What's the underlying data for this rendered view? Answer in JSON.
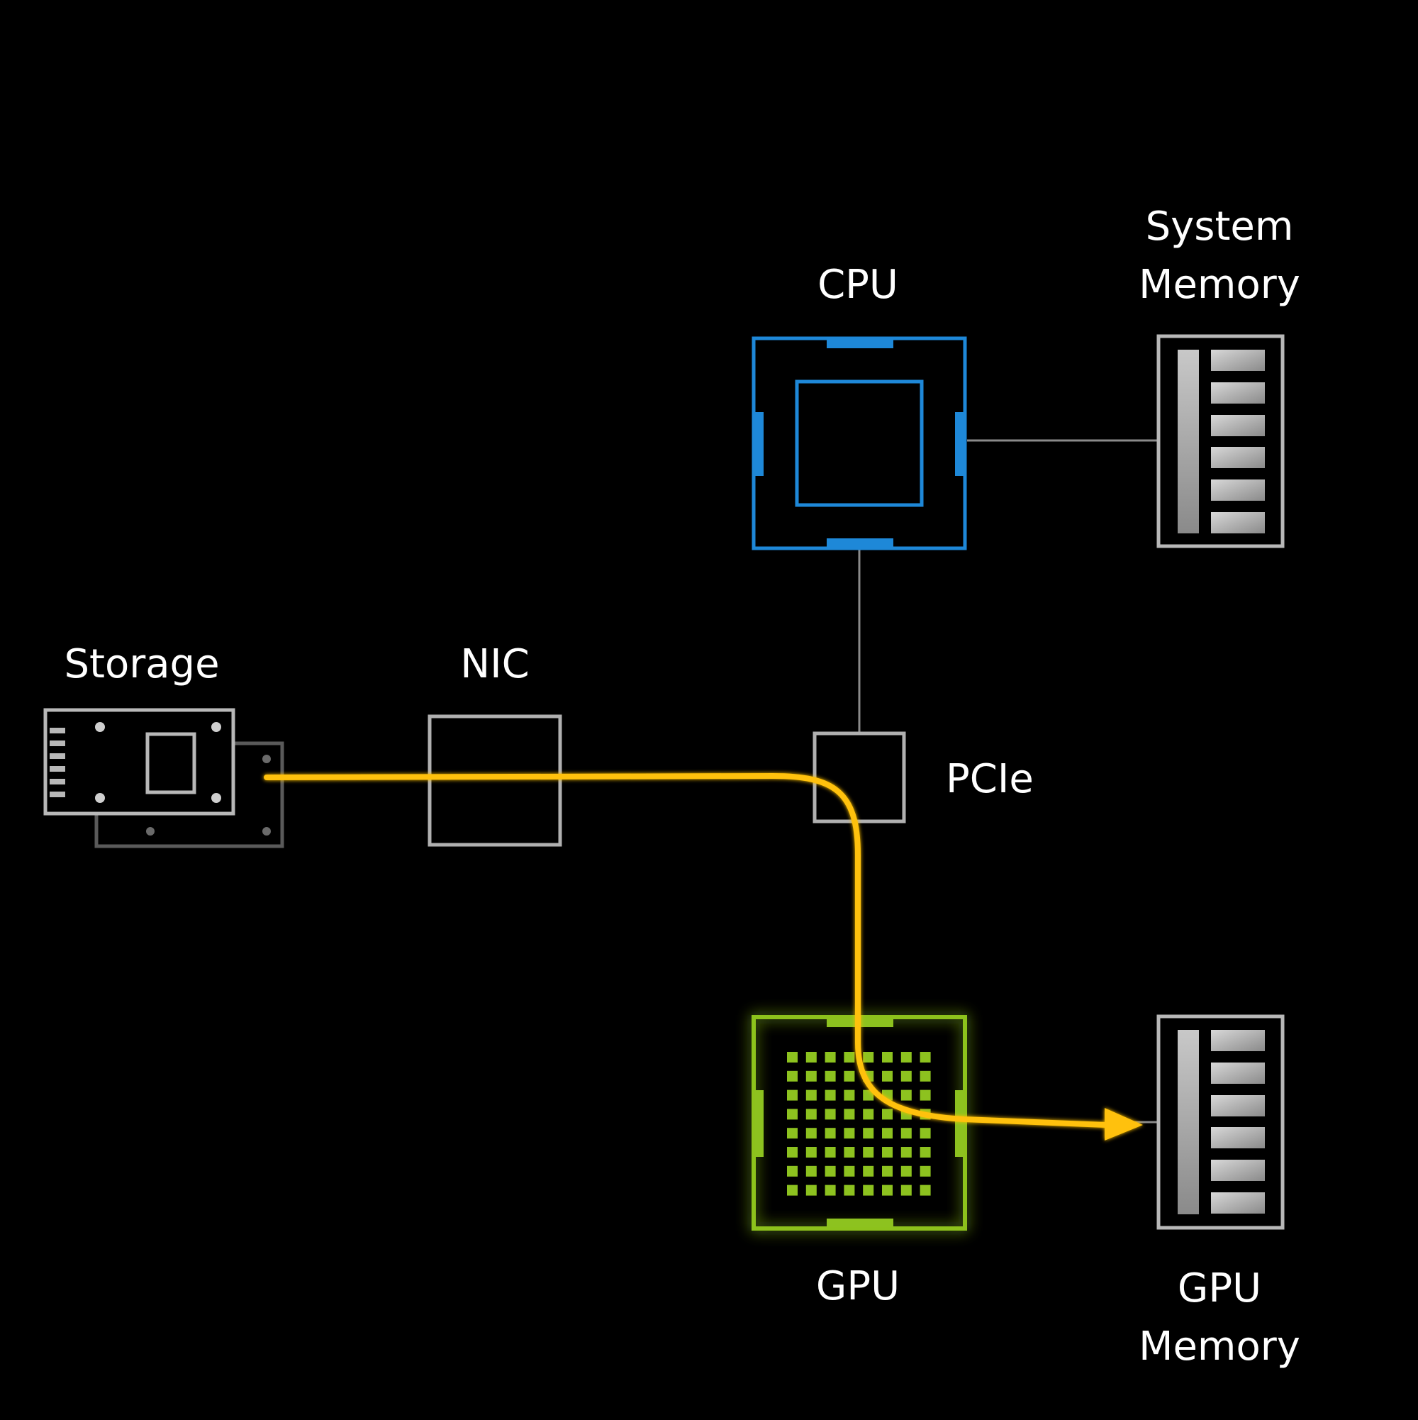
{
  "labels": {
    "storage": "Storage",
    "nic": "NIC",
    "cpu": "CPU",
    "system_memory": [
      "System",
      "Memory"
    ],
    "pcie": "PCIe",
    "gpu": "GPU",
    "gpu_memory": [
      "GPU",
      "Memory"
    ]
  },
  "colors": {
    "background": "#000000",
    "cpu": "#1e88d8",
    "gpu": "#8dc21f",
    "data_path": "#ffc107",
    "line": "#8a8a8a",
    "component_outline": "#b8b8b8"
  },
  "icons": {
    "storage": "storage-card-icon",
    "nic": "nic-box-icon",
    "cpu": "cpu-chip-icon",
    "system_memory": "memory-module-icon",
    "pcie": "pcie-switch-icon",
    "gpu": "gpu-chip-icon",
    "gpu_memory": "memory-module-icon"
  }
}
